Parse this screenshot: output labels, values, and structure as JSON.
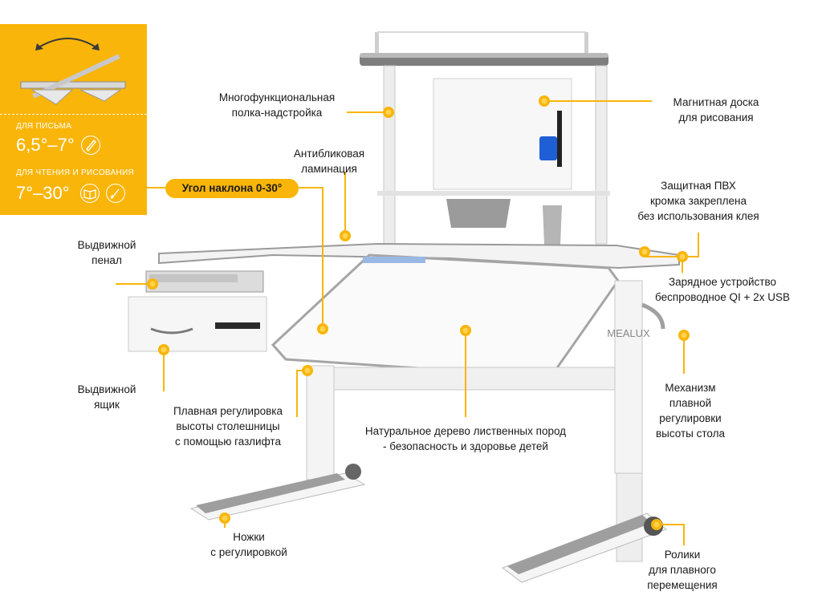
{
  "panel": {
    "writing_label": "ДЛЯ ПИСЬМА",
    "writing_angle": "6,5°–7°",
    "reading_label": "ДЛЯ ЧТЕНИЯ И РИСОВАНИЯ",
    "reading_angle": "7°–30°",
    "icons": [
      "rotate-arrow-icon",
      "pen-icon",
      "book-icon",
      "brush-icon"
    ]
  },
  "badge": {
    "tilt_angle": "Угол наклона 0-30°"
  },
  "labels": {
    "shelf": [
      "Многофункциональная",
      "полка-надстройка"
    ],
    "antiglare": [
      "Антибликовая",
      "ламинация"
    ],
    "pencil_case": [
      "Выдвижной",
      "пенал"
    ],
    "drawer": [
      "Выдвижной",
      "ящик"
    ],
    "gaslift": [
      "Плавная регулировка",
      "высоты столешницы",
      "с помощью газлифта"
    ],
    "wood": [
      "Натуральное дерево лиственных пород",
      "- безопасность и здоровье детей"
    ],
    "legs": [
      "Ножки",
      "с регулировкой"
    ],
    "board": [
      "Магнитная доска",
      "для рисования"
    ],
    "pvc": [
      "Защитная ПВХ",
      "кромка закреплена",
      "без использования клея"
    ],
    "charger": [
      "Зарядное устройство",
      "беспроводное QI + 2x USB"
    ],
    "mechanism": [
      "Механизм",
      "плавной",
      "регулировки",
      "высоты стола"
    ],
    "rollers": [
      "Ролики",
      "для плавного",
      "перемещения"
    ]
  },
  "product": {
    "leg_print": "MEALUX"
  },
  "colors": {
    "accent": "#f9b509",
    "text": "#1a1a1a",
    "frame": "#9a9a9a"
  }
}
